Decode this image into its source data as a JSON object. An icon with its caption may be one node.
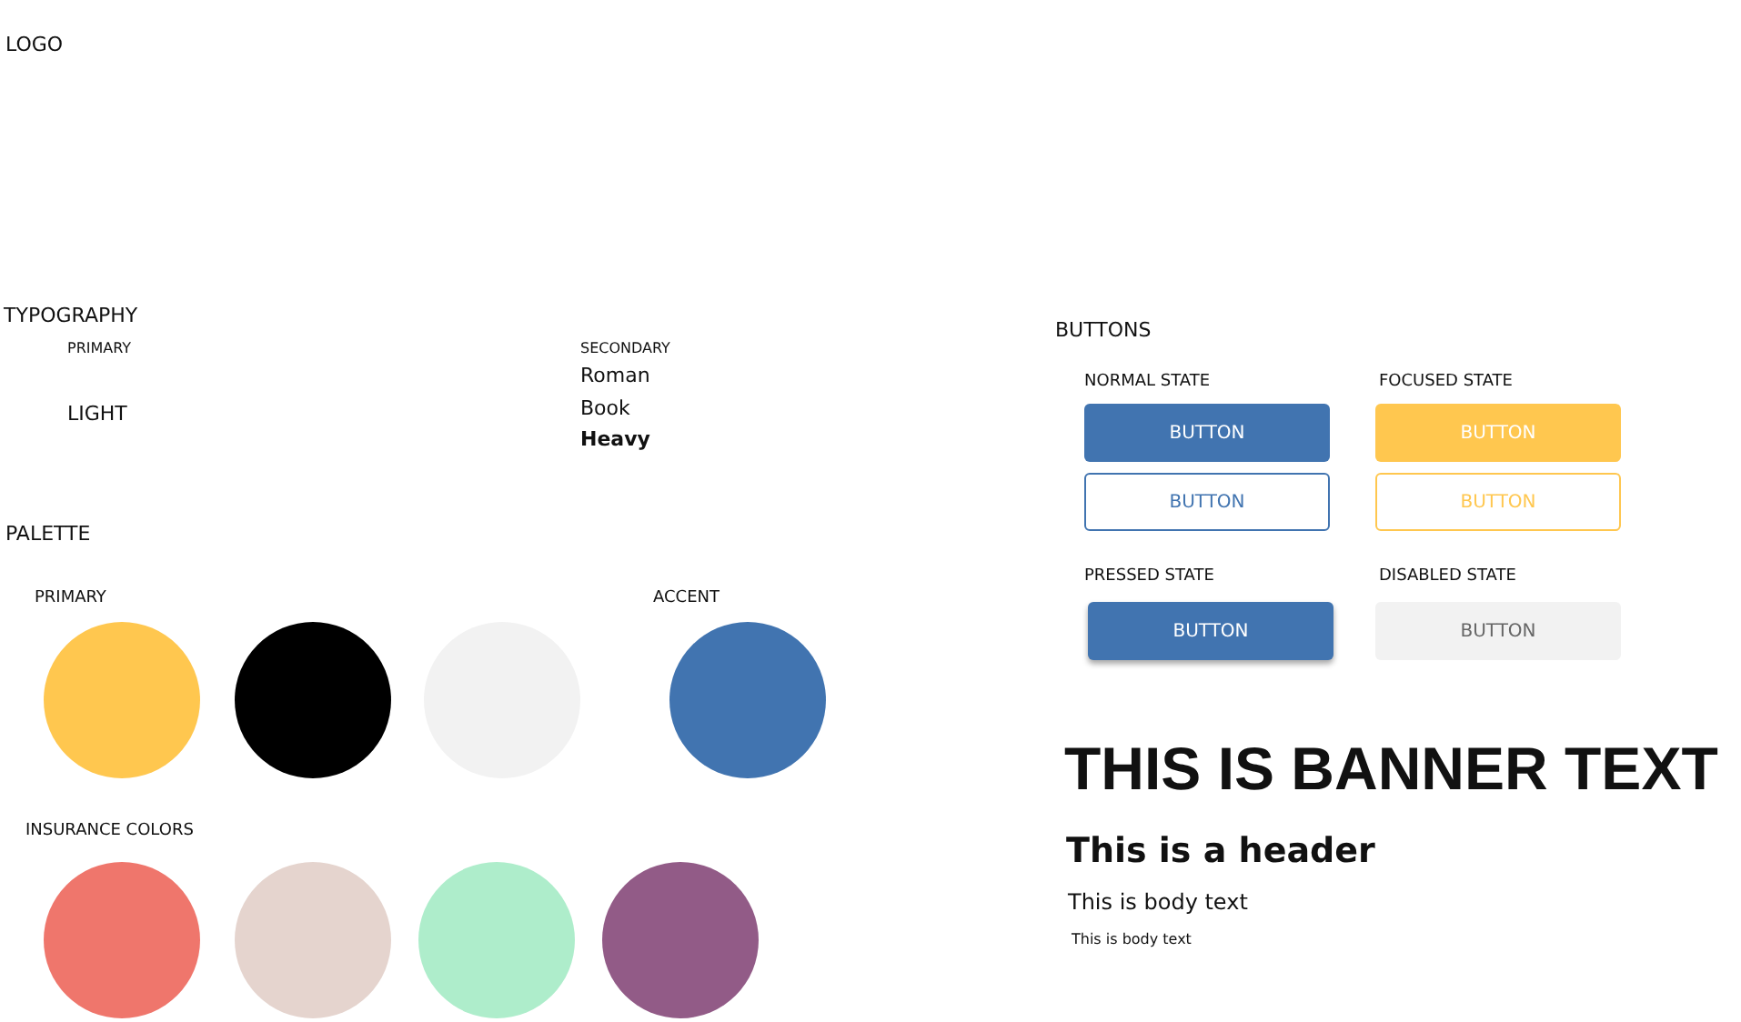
{
  "diagram": {
    "nodes": [
      {
        "text": [
          "BUTTON"
        ]
      },
      {
        "text": [
          "BUTTON"
        ]
      },
      {
        "text": [
          "BUTTON"
        ]
      },
      {
        "text": [
          "BUTTON"
        ]
      },
      {
        "text": [
          "BUTTON"
        ]
      },
      {
        "text": [
          "BUTTON"
        ]
      },
      {
        "text": [],
        "shape": "circle"
      },
      {
        "text": [],
        "shape": "circle"
      },
      {
        "text": [],
        "shape": "circle"
      },
      {
        "text": [],
        "shape": "circle"
      },
      {
        "text": [],
        "shape": "circle"
      },
      {
        "text": [],
        "shape": "circle"
      },
      {
        "text": [],
        "shape": "circle"
      },
      {
        "text": [],
        "shape": "circle"
      }
    ],
    "labels": [
      "LOGO",
      "TYPOGRAPHY",
      "PRIMARY",
      "LIGHT",
      "SECONDARY",
      "Roman",
      "Book",
      "Heavy",
      "BUTTONS",
      "NORMAL STATE",
      "FOCUSED STATE",
      "PRESSED STATE",
      "DISABLED STATE",
      "PALETTE",
      "PRIMARY",
      "ACCENT",
      "INSURANCE COLORS",
      "THIS IS BANNER TEXT",
      "This is a header",
      "This is body text",
      "This is body text"
    ]
  }
}
